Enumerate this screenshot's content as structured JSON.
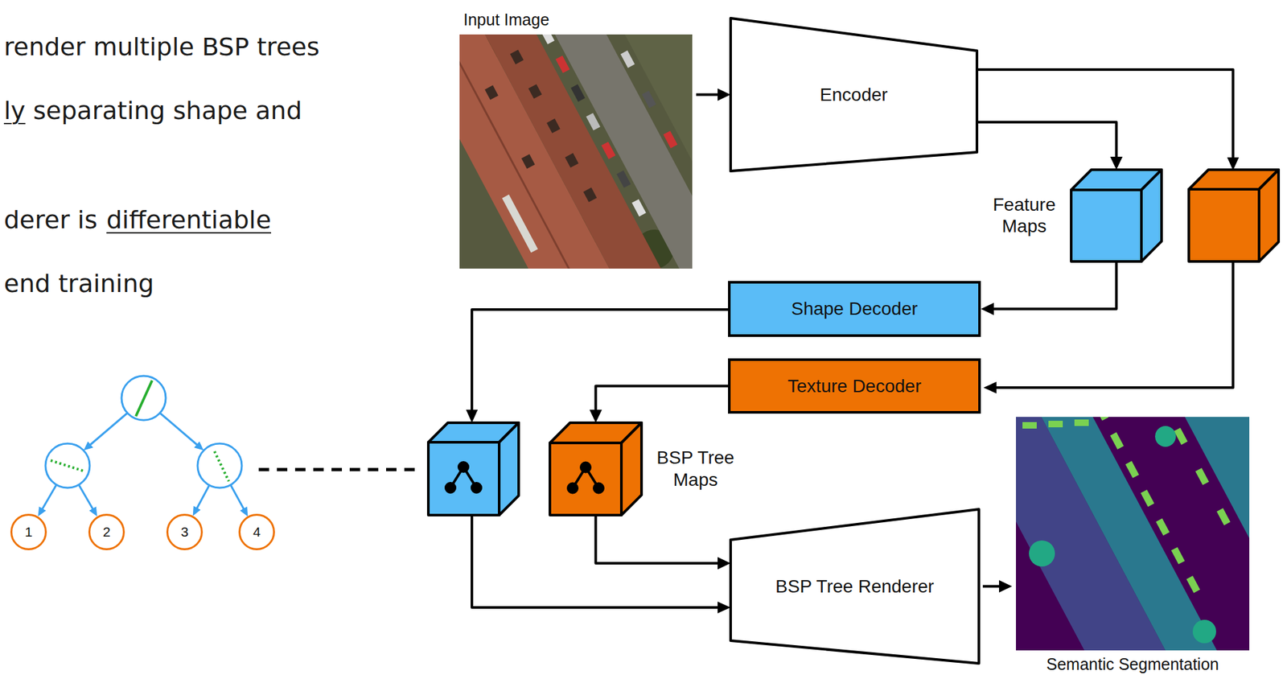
{
  "diagram": {
    "nodes": [
      {
        "text": [
          "Input Image"
        ]
      },
      {
        "text": [
          "Encoder"
        ]
      },
      {
        "text": [
          "Feature Maps"
        ]
      },
      {
        "text": [
          "Shape Decoder"
        ]
      },
      {
        "text": [
          "Texture Decoder"
        ]
      },
      {
        "text": [
          "BSP Tree Maps"
        ]
      },
      {
        "text": [
          "BSP Tree Renderer"
        ]
      },
      {
        "text": [
          "Semantic Segmentation"
        ]
      },
      {
        "text": [
          "1"
        ]
      },
      {
        "text": [
          "2"
        ]
      },
      {
        "text": [
          "3"
        ]
      },
      {
        "text": [
          "4"
        ]
      }
    ],
    "edges": [
      {
        "from": 0,
        "to": 1,
        "arrow": "to"
      },
      {
        "from": 1,
        "to": 2,
        "arrow": "to"
      },
      {
        "from": 2,
        "to": 3,
        "arrow": "to"
      },
      {
        "from": 4,
        "to": 5,
        "arrow": "to"
      },
      {
        "from": 5,
        "to": 6,
        "arrow": "to"
      },
      {
        "from": 6,
        "to": 7,
        "arrow": "to"
      }
    ],
    "labels": [
      "render multiple BSP trees",
      "ly",
      "separating shape and",
      "derer is",
      "differentiable",
      "end training"
    ]
  }
}
